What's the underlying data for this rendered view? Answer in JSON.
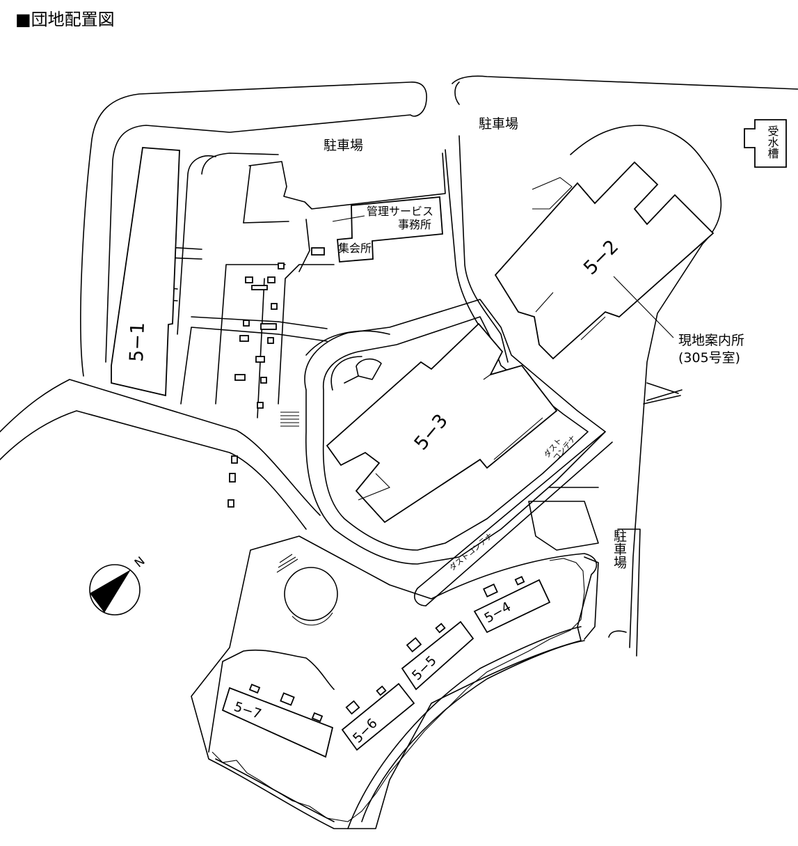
{
  "title": "■団地配置図",
  "buildings": {
    "b51": "5−1",
    "b52": "5−2",
    "b53": "5−3",
    "b54": "5−4",
    "b55": "5−5",
    "b56": "5−6",
    "b57": "5−7"
  },
  "facilities": {
    "parking_a": "駐車場",
    "parking_b": "駐車場",
    "parking_c": "駐車場",
    "water_tank": "受水槽",
    "management_line1": "管理サービス",
    "management_line2": "事務所",
    "meeting_hall": "集会所",
    "office_line1": "現地案内所",
    "office_line2": "(305号室)",
    "dust_container_a": "ダスト",
    "dust_container_a2": "コンテナ",
    "dust_container_b": "ダストコンテナ"
  },
  "compass": {
    "label": "N",
    "fill": "#000000"
  }
}
